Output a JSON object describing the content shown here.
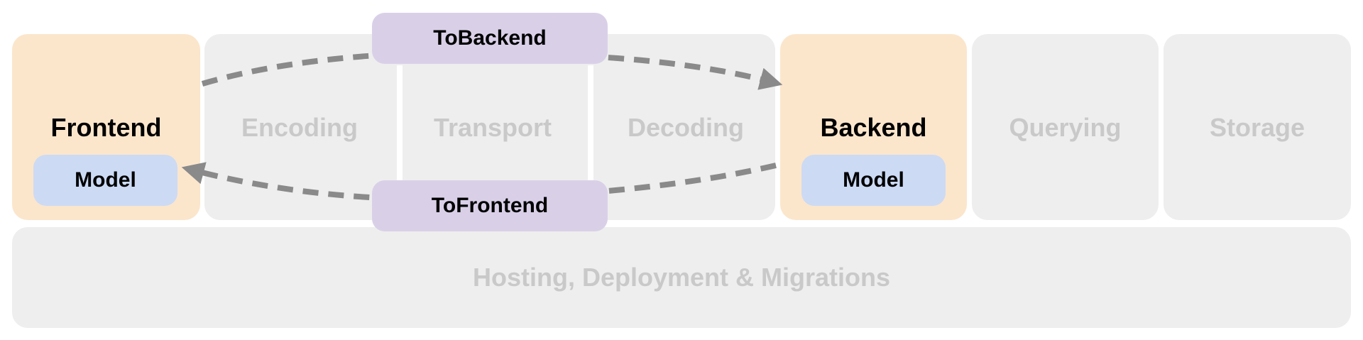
{
  "frontend": {
    "title": "Frontend",
    "model_label": "Model"
  },
  "pipeline": {
    "stages": [
      "Encoding",
      "Transport",
      "Decoding"
    ]
  },
  "backend": {
    "title": "Backend",
    "model_label": "Model"
  },
  "storage_layers": {
    "querying": "Querying",
    "storage": "Storage"
  },
  "infrastructure": {
    "hosting": "Hosting, Deployment & Migrations"
  },
  "messages": {
    "to_backend": "ToBackend",
    "to_frontend": "ToFrontend"
  },
  "colors": {
    "frontend_backend_bg": "#fbe6cc",
    "inactive_bg": "#eeeeee",
    "inactive_text": "#c9c9c9",
    "model_bg": "#ccdaf4",
    "message_bg": "#d9d0e8",
    "arrow": "#8a8a8a"
  }
}
